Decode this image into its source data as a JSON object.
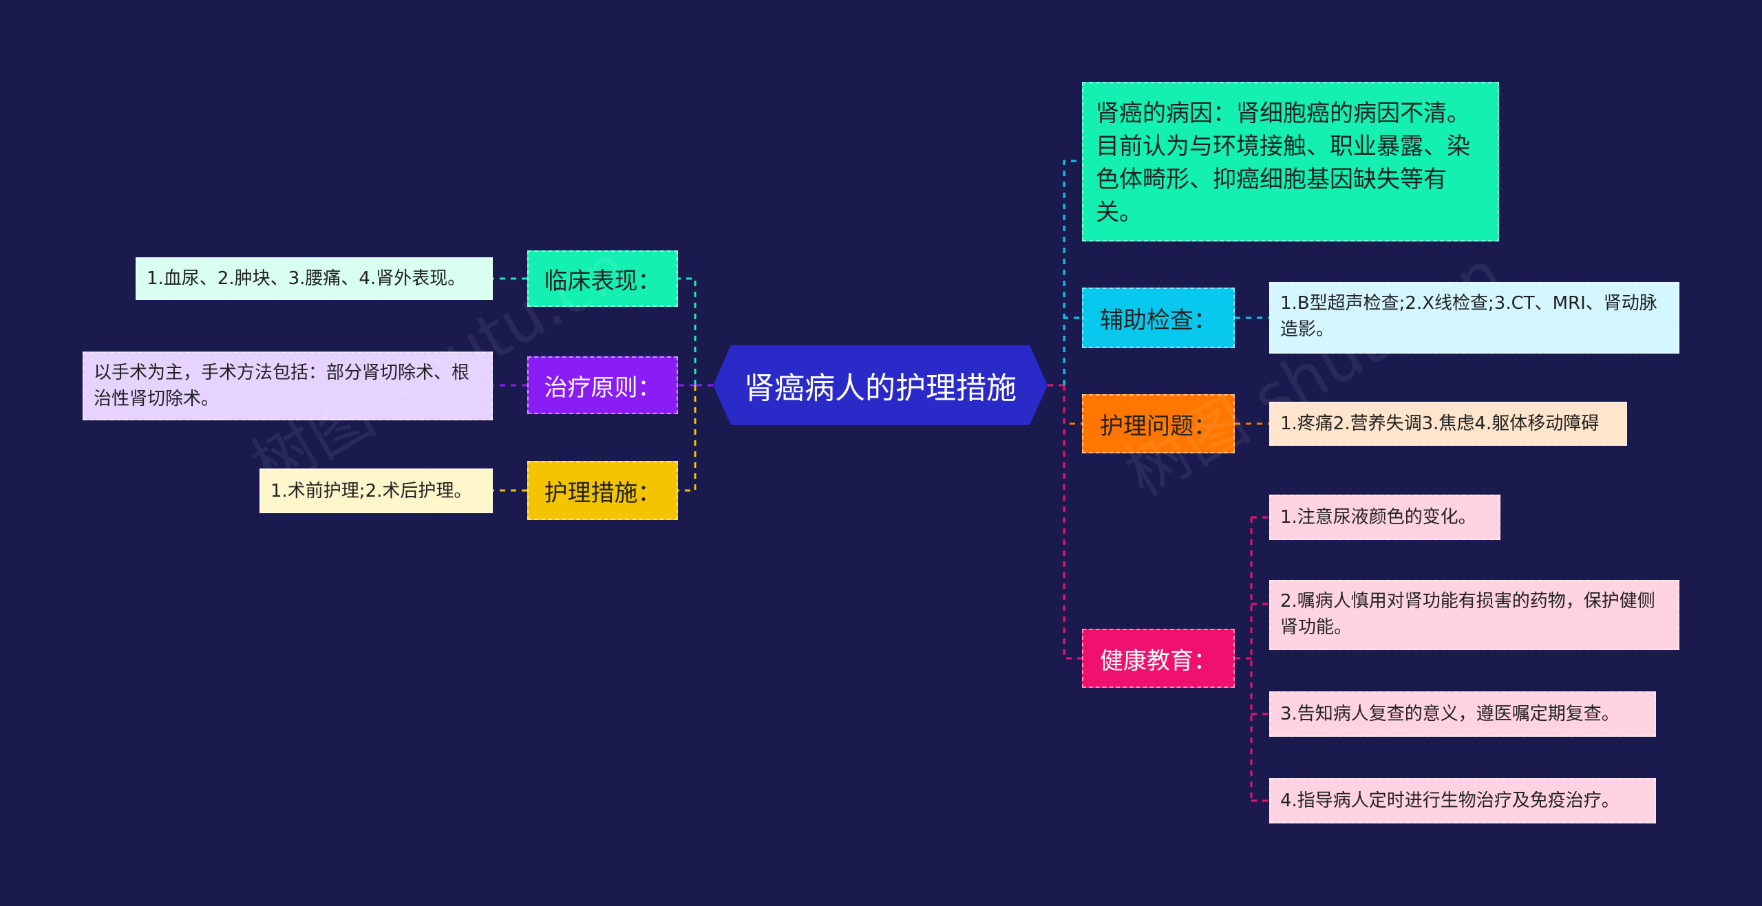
{
  "root": {
    "title": "肾癌病人的护理措施"
  },
  "left": [
    {
      "label": "临床表现：",
      "color": "#13f0b2",
      "leaf": "1.血尿、2.肿块、3.腰痛、4.肾外表现。",
      "leaf_bg": "#d8fff2"
    },
    {
      "label": "治疗原则：",
      "color": "#8c1cf5",
      "leaf": "以手术为主，手术方法包括：部分肾切除术、根治性肾切除术。",
      "leaf_bg": "#e6d3ff"
    },
    {
      "label": "护理措施：",
      "color": "#f5c400",
      "leaf": "1.术前护理;2.术后护理。",
      "leaf_bg": "#fff6cc"
    }
  ],
  "right": {
    "cause": {
      "text": "肾癌的病因：肾细胞癌的病因不清。目前认为与环境接触、职业暴露、染色体畸形、抑癌细胞基因缺失等有关。",
      "color": "#13f0b2"
    },
    "exam": {
      "label": "辅助检查：",
      "color": "#08c8ee",
      "leaf": "1.B型超声检查;2.X线检查;3.CT、MRI、肾动脉造影。",
      "leaf_bg": "#d4f7ff"
    },
    "problems": {
      "label": "护理问题：",
      "color": "#ff7700",
      "leaf": "1.疼痛2.营养失调3.焦虑4.躯体移动障碍",
      "leaf_bg": "#ffe5cc"
    },
    "education": {
      "label": "健康教育：",
      "color": "#f0106e",
      "leaf_bg": "#ffd3e2",
      "items": [
        "1.注意尿液颜色的变化。",
        "2.嘱病人慎用对肾功能有损害的药物，保护健侧肾功能。",
        "3.告知病人复查的意义，遵医嘱定期复查。",
        "4.指导病人定时进行生物治疗及免疫治疗。"
      ]
    }
  },
  "watermark": "树图 shutu.cn"
}
